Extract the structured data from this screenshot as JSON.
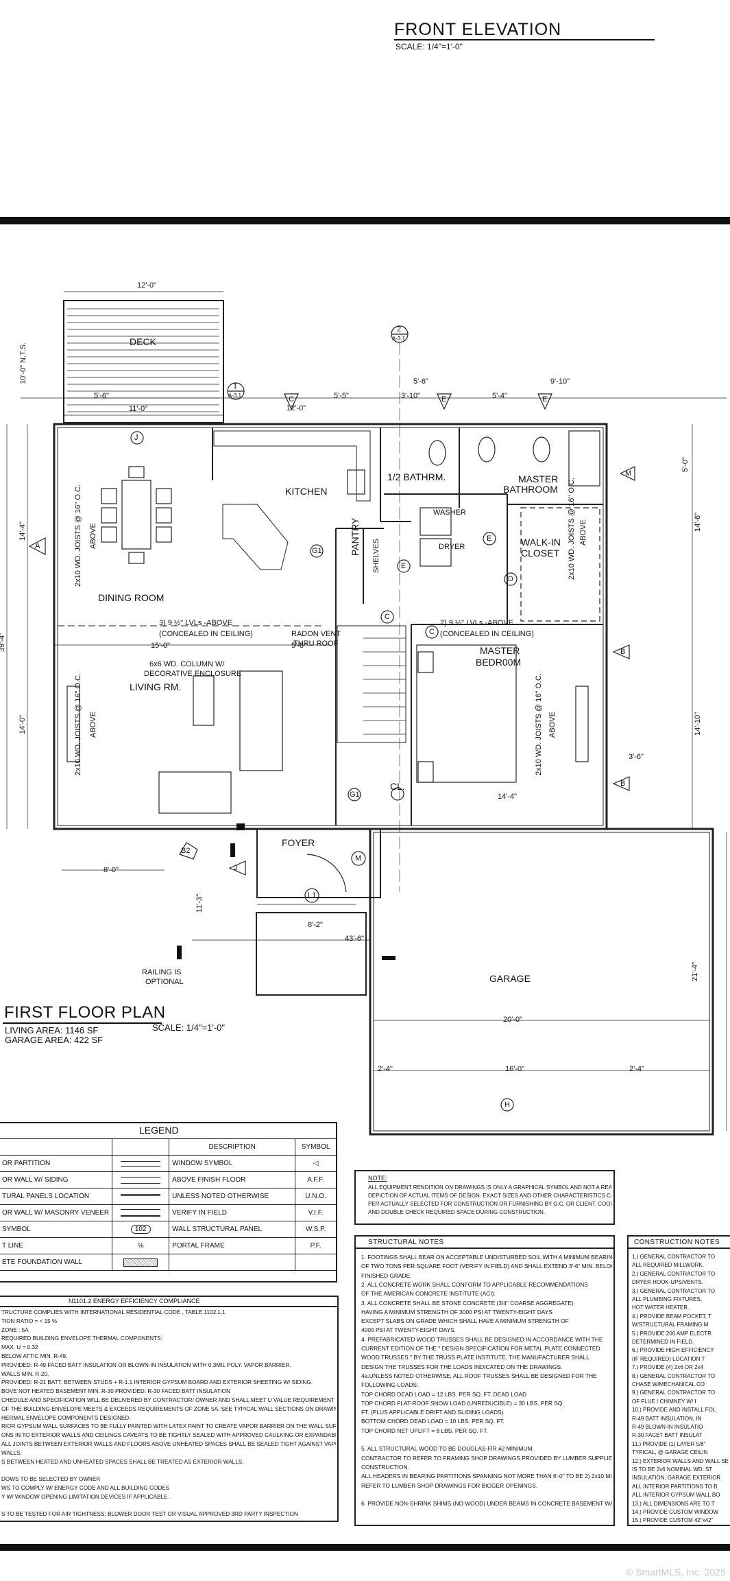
{
  "front_elevation": {
    "title": "FRONT  ELEVATION",
    "scale": "SCALE: 1/4\"=1'-0\""
  },
  "plan": {
    "title": "FIRST FLOOR PLAN",
    "living_area": "LIVING AREA: 1146  SF",
    "garage_area": "GARAGE AREA: 422  SF",
    "scale": "SCALE: 1/4\"=1'-0\""
  },
  "rooms": {
    "deck": "DECK",
    "kitchen": "KITCHEN",
    "bath": "1/2 BATHRM.",
    "master_bath_1": "MASTER",
    "master_bath_2": "BATHROOM",
    "dining": "DINING ROOM",
    "pantry": "PANTRY",
    "shelves": "SHELVES",
    "washer": "WASHER",
    "dryer": "DRYER",
    "walkin_1": "WALK-IN",
    "walkin_2": "CLOSET",
    "living": "LIVING RM.",
    "master_bed_1": "MASTER",
    "master_bed_2": "BEDR00M",
    "foyer": "FOYER",
    "garage": "GARAGE",
    "cl": "CL."
  },
  "annotations": {
    "radon_1": "RADON VENT",
    "radon_2": "THRU ROOF",
    "lvl_left_1": "3) 9 ½\" LVLs -ABOVE",
    "lvl_left_2": "(CONCEALED IN CEILING)",
    "lvl_right_1": "2) 9 ½\" LVLs -ABOVE",
    "lvl_right_2": "(CONCEALED IN CEILING)",
    "column_1": "6x6 WD. COLUMN W/",
    "column_2": "DECORATIVE ENCLOSURE",
    "joists": "2x10 WD. JOISTS @ 16\" O.C.",
    "above": "ABOVE",
    "railing_1": "RAILING IS",
    "railing_2": "OPTIONAL"
  },
  "dimensions": {
    "d_12_0_top": "12'-0\"",
    "d_10_0": "10'-0\" N.T.S.",
    "d_11_0": "11'-0\"",
    "d_5_6a": "5'-6\"",
    "d_12_0_b": "12'-0\"",
    "d_5_5": "5'-5\"",
    "d_5_6b": "5'-6\"",
    "d_3_10": "3'-10\"",
    "d_5_4": "5'-4\"",
    "d_9_10": "9'-10\"",
    "d_14_4_left": "14'-4\"",
    "d_39_4": "39'-4\"",
    "d_14_0": "14'-0\"",
    "d_15_0": "15'-0\"",
    "d_5_6c": "5'-6\"",
    "d_14_4_mb": "14'-4\"",
    "d_8_0": "8'-0\"",
    "d_8_2": "8'-2\"",
    "d_43_6": "43'-6\"",
    "d_20_0": "20'-0\"",
    "d_16_0": "16'-0\"",
    "d_2_4a": "2'-4\"",
    "d_2_4b": "2'-4\"",
    "d_21_4": "21'-4\"",
    "d_14_10": "14'-10\"",
    "d_14_6": "14'-6\"",
    "d_5_0": "5'-0\"",
    "d_3_6": "3'-6\"",
    "d_11_3": "11'-3\""
  },
  "markers": {
    "j1": "J",
    "a": "A",
    "m_right": "M",
    "b1": "B",
    "b2": "B",
    "b2_left": "B2",
    "c1": "C",
    "c2": "C",
    "c3": "C",
    "e1": "E",
    "e2": "E",
    "e3": "E",
    "e4": "E",
    "d": "D",
    "g1a": "G1",
    "g1b": "G1",
    "j2": "J",
    "m_foyer": "M",
    "l1": "L1",
    "h": "H",
    "sec2": "2",
    "sec2_sheet": "A-3.1",
    "sec1": "1",
    "sec1_sheet": "A-3.1",
    "legend_102": "102"
  },
  "legend": {
    "title": "LEGEND",
    "header_description": "DESCRIPTION",
    "header_symbol": "SYMBOL",
    "left_rows": [
      "OR PARTITION",
      "OR WALL W/ SIDING",
      "TURAL PANELS LOCATION",
      "OR WALL W/ MASONRY VENEER",
      "SYMBOL",
      "T LINE",
      "ETE FOUNDATION WALL"
    ],
    "right_rows": [
      {
        "desc": "WINDOW SYMBOL",
        "sym": ""
      },
      {
        "desc": "ABOVE FINISH FLOOR",
        "sym": "A.F.F."
      },
      {
        "desc": "UNLESS NOTED OTHERWISE",
        "sym": "U.N.O."
      },
      {
        "desc": "VERIFY IN FIELD",
        "sym": "V.I.F."
      },
      {
        "desc": "WALL STRUCTURAL PANEL",
        "sym": "W.S.P."
      },
      {
        "desc": "PORTAL FRAME",
        "sym": "P.F."
      },
      {
        "desc": "",
        "sym": ""
      }
    ]
  },
  "energy": {
    "title": "N1101.2 ENERGY EFFICIENCY COMPLIANCE",
    "lines": [
      "TRUCTURE COMPLIES WITH INTERNATIONAL RESIDENTIAL CODE , TABLE 1102.1.1",
      "TION RATIO = < 15 %",
      "ZONE : 5A",
      "REQUIRED BUILDING ENVELOPE THERMAL COMPONENTS:",
      "MAX. U = 0.32",
      "BELOW ATTIC MIN. R-49,",
      "PROVIDED: R-49 FACED BATT INSULATION OR BLOWN-IN INSULATION WITH 0.3MIL POLY. VAPOR BARRIER.",
      "WALLS MIN. R-20,",
      "PROVIDED: R-21 BATT. BETWEEN STUDS + R-1.1  INTERIOR GYPSUM BOARD AND EXTERIOR SHEETING W/ SIDING.",
      "BOVE NOT HEATED BASEMENT MIN. R-30          PROVIDED: R-30 FACED BATT INSULATION",
      "CHEDULE AND SPECIFICATION WILL BE DELIVERED BY CONTRACTOR/ OWNER AND SHALL MEET U VALUE REQUIREMENT SHOWN ABOVE.",
      "OF THE BUILDING ENVELOPE MEETS & EXCEEDS REQUIREMENTS OF ZONE 5A.  SEE TYPICAL WALL SECTIONS ON DRAWING A-3.1 FOR",
      "HERMAL ENVELOPE COMPONENTS DESIGNED.",
      "RIOR GYPSUM WALL SURFACES TO BE FULLY PAINTED WITH LATEX PAINT TO CREATE VAPOR BARRIER ON THE WALL SURFACE.",
      "ONS IN TO EXTERIOR WALLS AND CEILINGS CAVEATS TO BE TIGHTLY SEALED WITH APPROVED CAULKING OR EXPANDABLE FOAM",
      "ALL JOINTS BETWEEN EXTERIOR WALLS AND FLOORS ABOVE UNHEATED SPACES SHALL BE SEALED TIGHT AGAINST VAPOR PENETRATION",
      "WALLS.",
      "S BETWEEN HEATED AND UNHEATED SPACES SHALL BE TREATED AS EXTERIOR WALLS.",
      "",
      "DOWS TO BE SELECTED BY OWNER",
      "WS TO COMPLY W/ ENERGY CODE AND ALL BUILDING CODES",
      "Y W/ WINDOW OPENING LIMITATION DEVICES IF APPLICABLE .",
      "",
      "S TO BE TESTED FOR AIR TIGHTNESS; BLOWER DOOR TEST OR VISUAL APPROVED 3RD PARTY INSPECTION"
    ]
  },
  "note": {
    "title": "NOTE:",
    "lines": [
      "ALL EQUIPMENT RENDITION ON DRAWINGS IS ONLY A GRAPHICAL SYMBOL AND NOT A REALISTIC",
      "DEPICTION OF ACTUAL ITEMS OF DESIGN. EXACT SIZES AND OTHER CHARACTERISTICS CAN VARY",
      "PER ACTUALLY SELECTED FOR CONSTRUCTION OR FURNISHING BY G.C. OR CLIENT.  COORDINATE",
      "AND DOUBLE CHECK REQUIRED SPACE DURING CONSTRUCTION."
    ]
  },
  "structural": {
    "title": "STRUCTURAL  NOTES",
    "lines": [
      "1. FOOTINGS SHALL BEAR ON ACCEPTABLE UNDISTURBED SOIL WITH A MINIMUM BEARING CAPACITY",
      "    OF TWO TONS PER SQUARE FOOT (VERIFY IN FIELD) AND SHALL EXTEND 3'-6\" MIN. BELOW",
      "    FINISHED GRADE.",
      "2. ALL CONCRETE WORK SHALL CONFORM TO APPLICABLE RECOMMENDATIONS",
      "    OF THE AMERICAN CONCRETE INSTITUTE (ACI).",
      "3. ALL CONCRETE SHALL BE STONE CONCRETE (3/4\" COARSE AGGREGATE)",
      "    HAVING A MINIMUM STRENGTH OF 3000 PSI AT TWENTY-EIGHT DAYS",
      "    EXCEPT SLABS ON GRADE WHICH SHALL HAVE A MINIMUM STRENGTH OF",
      "    4000 PSI AT TWENTY-EIGHT DAYS.",
      "4. PREFABRICATED WOOD TRUSSES SHALL BE DESIGNED IN ACCORDANCE WITH THE",
      "    CURRENT EDITION OF THE \" DESIGN SPECIFICATION FOR METAL PLATE CONNECTED",
      "    WOOD TRUSSES \" BY THE TRUSS PLATE INSTITUTE. THE MANUFACTURER SHALL",
      "    DESIGN THE TRUSSES FOR THE LOADS INDICATED ON THE DRAWINGS.",
      "4a.UNLESS NOTED OTHERWISE, ALL ROOF TRUSSES SHALL BE DESIGNED FOR THE",
      "    FOLLOWING LOADS:",
      "          TOP CHORD DEAD LOAD = 12 LBS. PER SQ. FT. DEAD LOAD",
      "          TOP CHORD FLAT-ROOF SNOW LOAD (UNREDUCIBLE) = 30 LBS. PER SQ.",
      "          FT. (PLUS APPLICABLE DRIFT AND SLIDING LOADS)",
      "          BOTTOM CHORD DEAD LOAD = 10 LBS. PER SQ. FT.",
      "          TOP CHORD NET UPLIFT = 8 LBS. PER SQ. FT.",
      "",
      "5. ALL STRUCTURAL WOOD TO BE DOUGLAS-FIR #2 MINIMUM.",
      "    CONTRACTOR TO REFER TO FRAMING SHOP DRAWINGS PROVIDED BY LUMBER SUPPLIER FOR",
      "    CONSTRUCTION.",
      "    ALL HEADERS IN BEARING PARTITIONS SPANNING NOT MORE THAN 6'-0\" TO BE 2) 2x10 MIN.",
      "    REFER TO LUMBER SHOP DRAWINGS FOR BIGGER OPENINGS.",
      "",
      "6. PROVIDE NON-SHRINK SHIMS (NO WOOD) UNDER BEAMS IN CONCRETE BASEMENT WALL POCKETS."
    ]
  },
  "construction": {
    "title": "CONSTRUCTION  NOTES",
    "lines": [
      "1.) GENERAL CONTRACTOR TO",
      "      ALL REQUIRED MILLWORK.",
      "2.) GENERAL CONTRACTOR TO",
      "      DRYER HOOK-UPS/VENTS.",
      "3.) GENERAL CONTRACTOR TO",
      "      ALL PLUMBING FIXTURES,",
      "      HOT WATER HEATER.",
      "4.) PROVIDE BEAM POCKET, T",
      "      W/STRUCTURAL FRAMING M",
      "5.) PROVIDE 200 AMP ELECTR",
      "      DETERMINED IN FIELD.",
      "6.) PROVIDE HIGH EFFICIENCY",
      "      (IF REQUIRED) LOCATION T",
      "7.) PROVIDE (4) 2x6 OR 2x4",
      "8.) GENERAL CONTRACTOR TO",
      "      CHASE W/MECHANICAL CO",
      "9.) GENERAL CONTRACTOR TO",
      "      OF FLUE / CHIMNEY W/ I",
      "10.) PROVIDE AND INSTALL FOL",
      "      R-49 BATT INSULATION, IN",
      "      R-49 BLOWN-IN INSULATIO",
      "      R-30 FACET BATT INSULAT",
      "11.) PROVIDE (1) LAYER 5/8\"",
      "      TYPICAL, @ GARAGE CEILIN",
      "12.) EXTERIOR WALLS AND WALL SE",
      "      IS TO BE 2x6 NOMINAL WD. ST",
      "      INSULATION, GARAGE EXTERIOR",
      "      ALL INTERIOR PARTITIONS TO B",
      "      ALL INTERIOR GYPSUM WALL BO",
      "13.) ALL DIMENSIONS ARE TO T",
      "14.) PROVIDE CUSTOM WINDOW",
      "15.) PROVIDE CUSTOM 42\"x42\""
    ]
  },
  "watermark": "© SmartMLS, Inc. 2025"
}
